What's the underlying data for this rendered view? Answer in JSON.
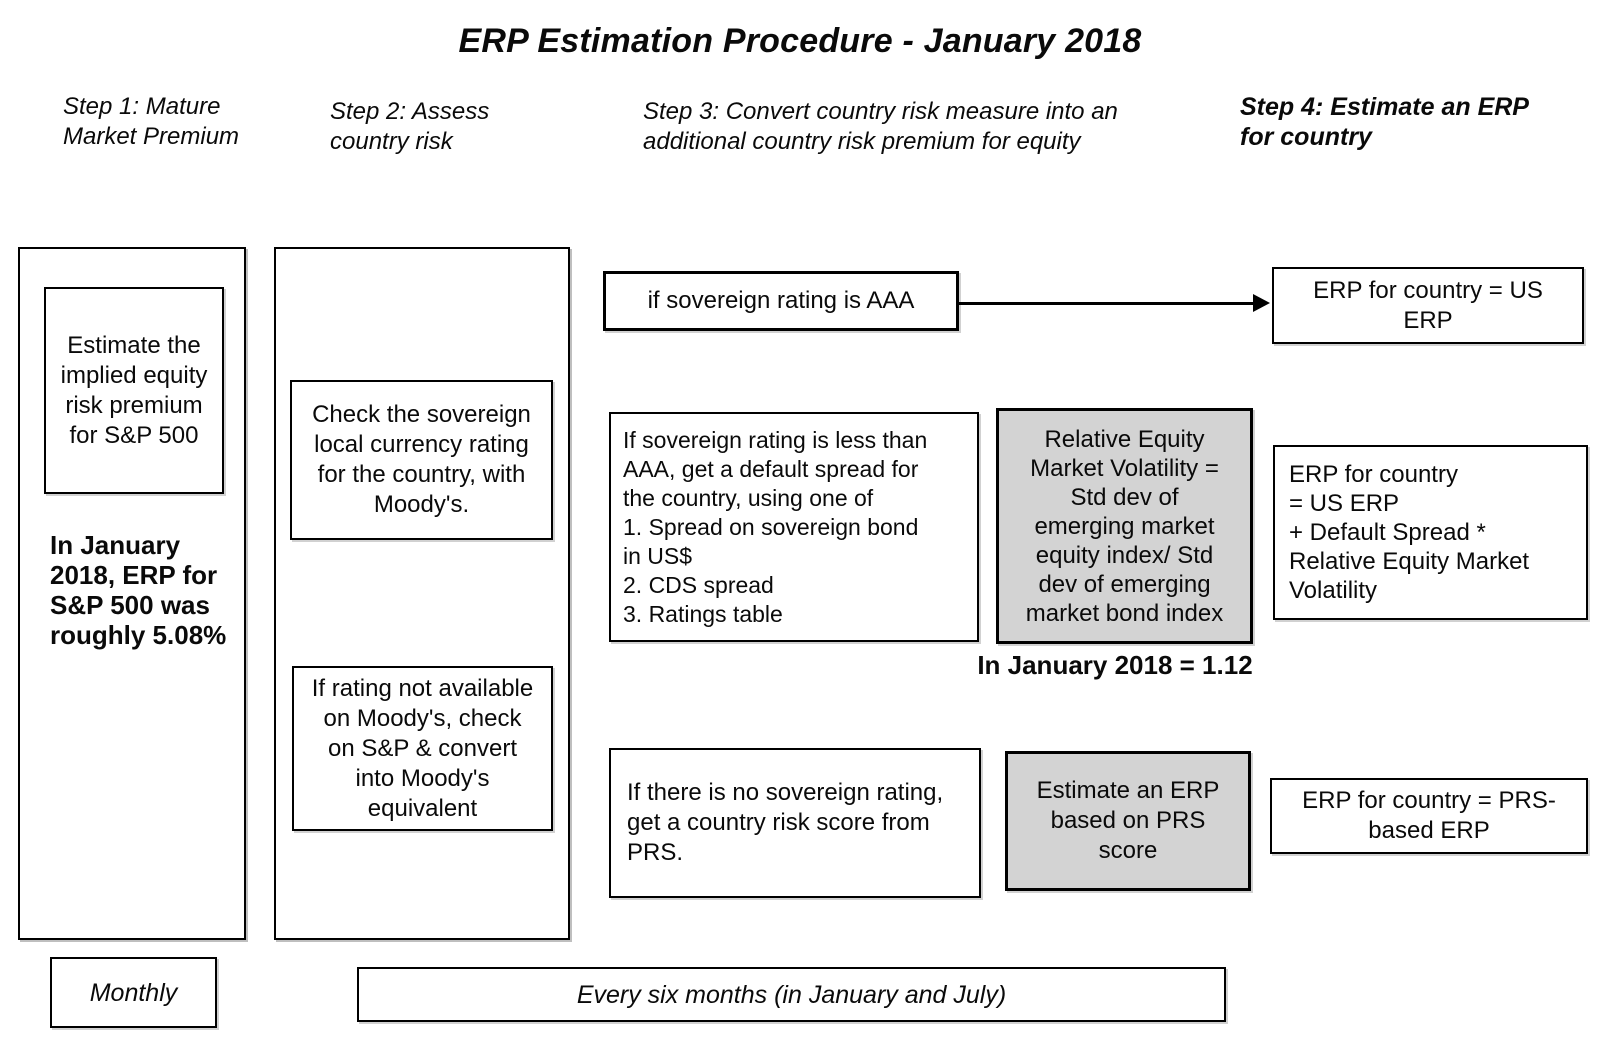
{
  "title": "ERP Estimation Procedure - January 2018",
  "headers": {
    "step1": "Step 1: Mature\nMarket Premium",
    "step2": "Step 2: Assess\ncountry risk",
    "step3": "Step 3: Convert country risk measure into an\nadditional country risk premium for equity",
    "step4": "Step 4: Estimate an ERP\nfor country"
  },
  "step1": {
    "estimate_box": "Estimate the\nimplied equity\nrisk premium\nfor S&P 500",
    "note": "In January\n2018, ERP for\nS&P 500 was\nroughly 5.08%",
    "frequency": "Monthly"
  },
  "step2": {
    "moodys_box": "Check the sovereign\nlocal currency rating\nfor the country, with\nMoody's.",
    "sp_convert_box": "If rating not available\non Moody's, check\non S&P & convert\ninto Moody's\nequivalent"
  },
  "step3": {
    "aaa_box": "if sovereign rating is AAA",
    "less_than_aaa_box": "If sovereign rating is less than\nAAA, get a default spread for\nthe country, using one of\n1. Spread on sovereign bond\nin US$\n2. CDS spread\n3. Ratings table",
    "volatility_box": "Relative Equity\nMarket Volatility =\nStd dev of\nemerging market\nequity index/ Std\ndev of emerging\nmarket bond index",
    "volatility_note": "In January 2018 = 1.12",
    "no_rating_box": "If there is no sovereign rating,\nget a country risk score from\nPRS.",
    "prs_box": "Estimate an ERP\nbased on PRS\nscore",
    "frequency": "Every six months (in January and July)"
  },
  "step4": {
    "us_erp_box": "ERP for country = US\nERP",
    "formula_box": "ERP for country\n= US ERP\n+ Default Spread *\nRelative Equity Market\nVolatility",
    "prs_erp_box": "ERP for country = PRS-\nbased ERP"
  },
  "colors": {
    "highlight_fill": "#d3d3d3",
    "line": "#000000"
  }
}
